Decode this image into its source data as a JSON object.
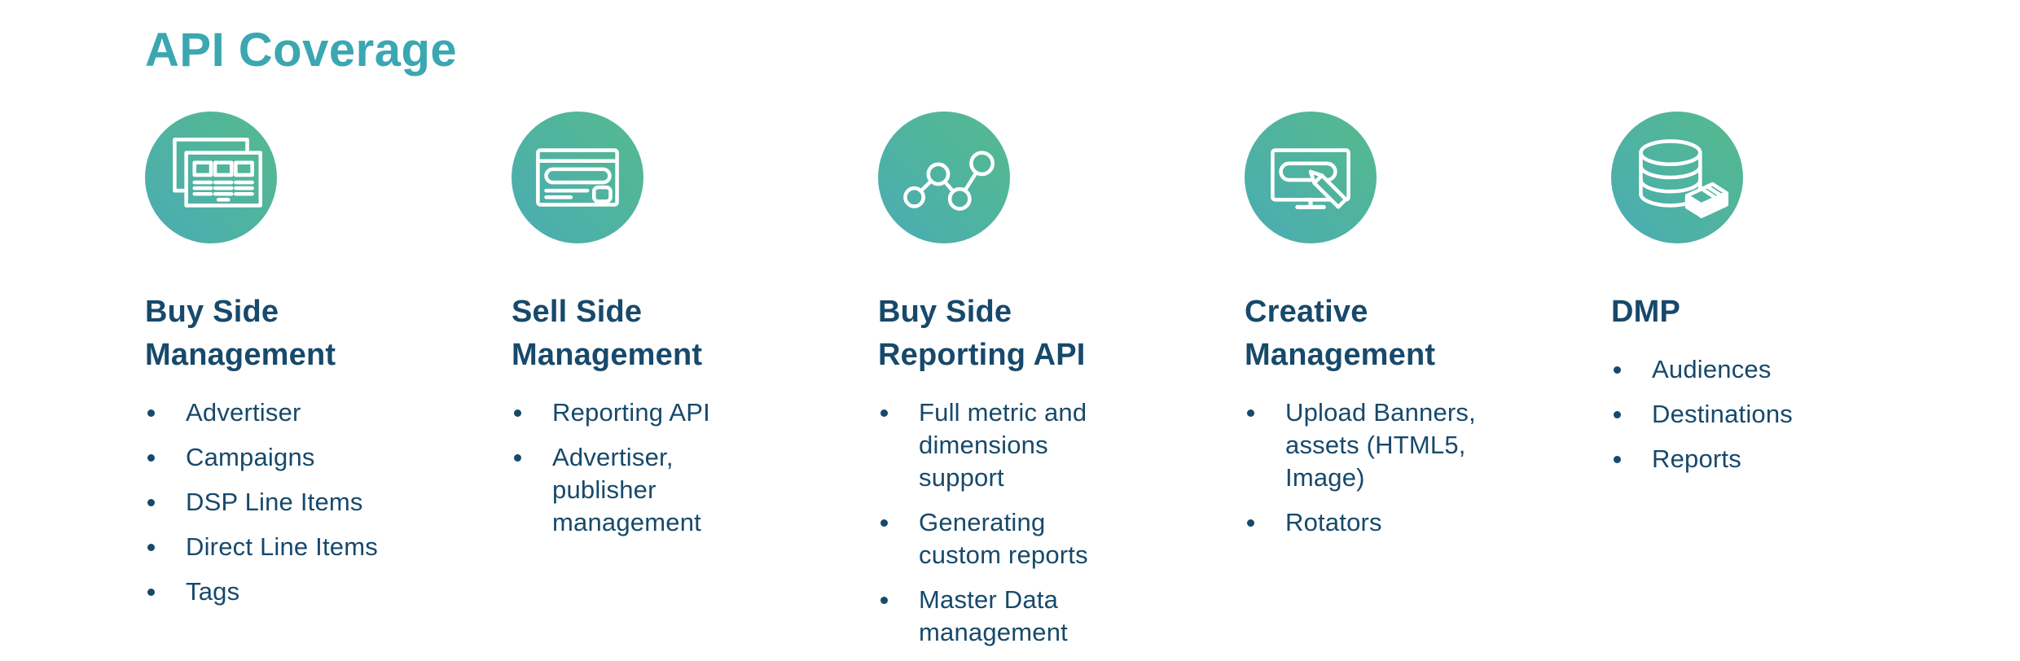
{
  "title": "API Coverage",
  "theme": {
    "title_color": "#3AA7B1",
    "text_color": "#17496B",
    "icon_gradient_start": "#4AACB4",
    "icon_gradient_end": "#55BA8C",
    "icon_stroke": "#FFFFFF",
    "background": "#FFFFFF"
  },
  "columns": [
    {
      "icon": "overlapping-browser-windows-icon",
      "heading": "Buy Side\nManagement",
      "items": [
        "Advertiser",
        "Campaigns",
        "DSP Line Items",
        "Direct Line Items",
        "Tags"
      ]
    },
    {
      "icon": "credit-card-icon",
      "heading": "Sell Side\nManagement",
      "items": [
        "Reporting API",
        "Advertiser,\npublisher\nmanagement"
      ]
    },
    {
      "icon": "line-chart-nodes-icon",
      "heading": "Buy Side\nReporting API",
      "items": [
        "Full metric and\ndimensions\nsupport",
        "Generating\ncustom reports",
        "Master Data\nmanagement"
      ]
    },
    {
      "icon": "monitor-pencil-icon",
      "heading": "Creative\nManagement",
      "items": [
        "Upload Banners,\nassets (HTML5,\nImage)",
        "Rotators"
      ]
    },
    {
      "icon": "database-money-icon",
      "heading": "DMP",
      "items": [
        "Audiences",
        "Destinations",
        "Reports"
      ]
    }
  ]
}
